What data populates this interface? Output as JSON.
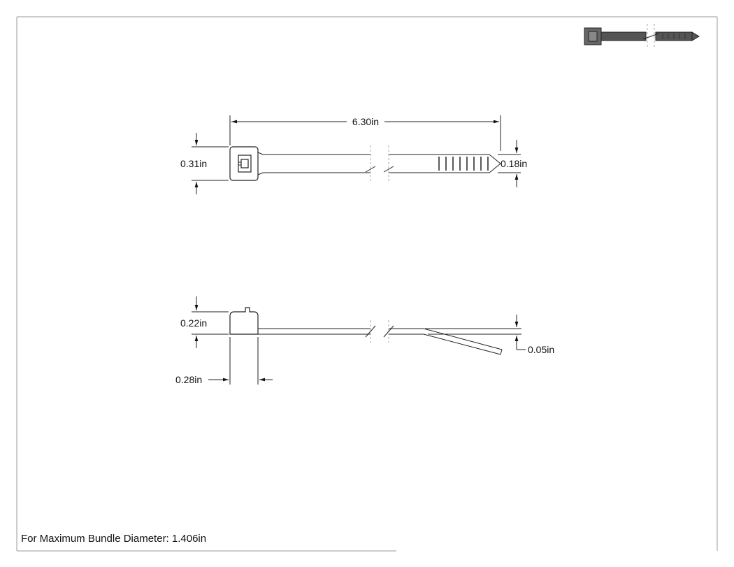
{
  "dimensions": {
    "length": "6.30in",
    "head_width": "0.31in",
    "tip_width": "0.18in",
    "head_height": "0.22in",
    "head_length": "0.28in",
    "thickness": "0.05in"
  },
  "footer": {
    "note": "For Maximum Bundle Diameter: 1.406in"
  },
  "colors": {
    "line": "#222222",
    "border": "#999999",
    "thumbnail_fill": "#555555"
  }
}
